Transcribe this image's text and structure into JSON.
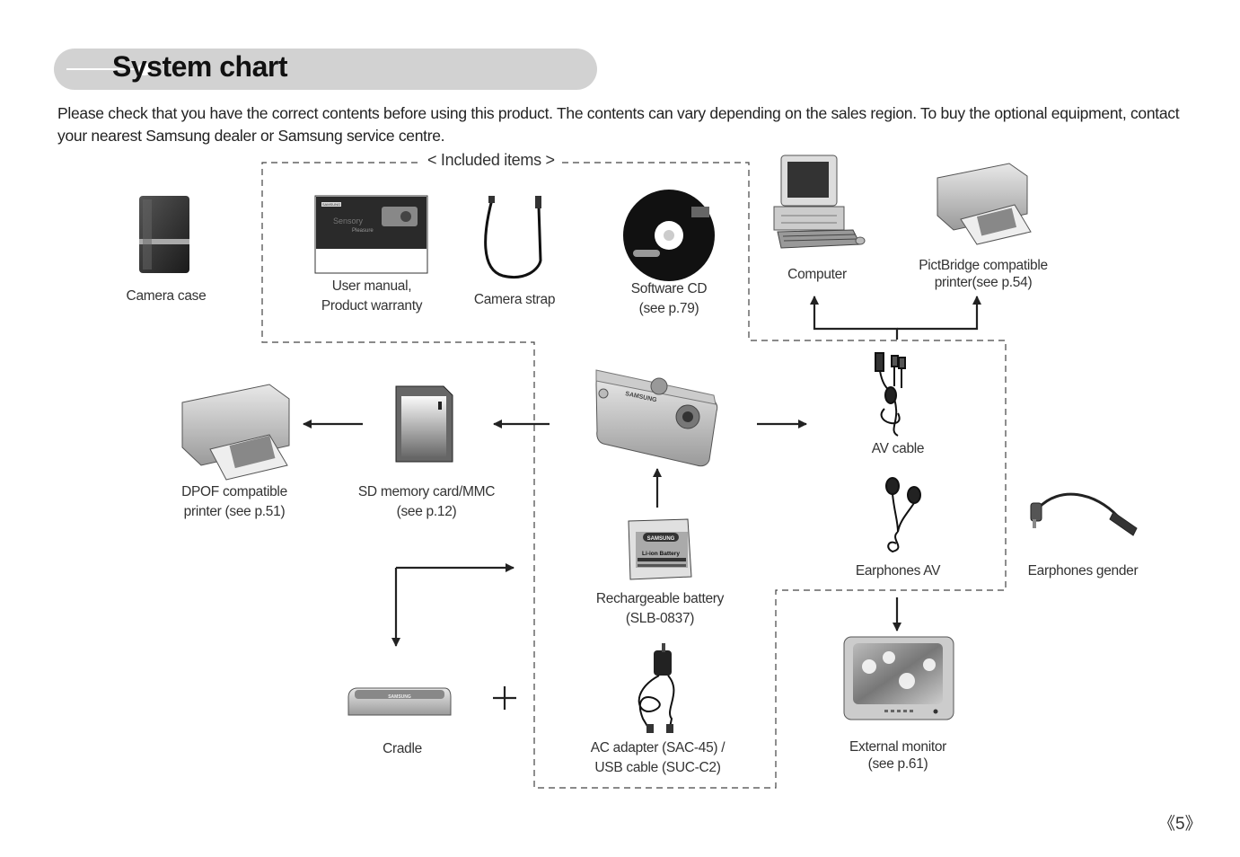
{
  "header": {
    "title": "System chart"
  },
  "intro": "Please check that you have the correct contents before using this product. The contents can vary depending on the sales region. To buy the optional equipment, contact your nearest Samsung dealer or Samsung service centre.",
  "included_title": "< Included items >",
  "items": {
    "camera_case": {
      "line1": "Camera case"
    },
    "user_manual": {
      "line1": "User manual,",
      "line2": "Product warranty"
    },
    "camera_strap": {
      "line1": "Camera strap"
    },
    "software_cd": {
      "line1": "Software CD",
      "line2": "(see p.79)"
    },
    "computer": {
      "line1": "Computer"
    },
    "pictbridge_printer": {
      "line1": "PictBridge compatible",
      "line2": "printer(see p.54)"
    },
    "dpof_printer": {
      "line1": "DPOF compatible",
      "line2": "printer (see p.51)"
    },
    "sd_card": {
      "line1": "SD memory card/MMC",
      "line2": "(see p.12)"
    },
    "av_cable": {
      "line1": "AV cable"
    },
    "battery": {
      "line1": "Rechargeable battery",
      "line2": "(SLB-0837)"
    },
    "earphones_av": {
      "line1": "Earphones AV"
    },
    "earphones_gender": {
      "line1": "Earphones gender"
    },
    "cradle": {
      "line1": "Cradle"
    },
    "ac_adapter": {
      "line1": "AC adapter (SAC-45) /",
      "line2": "USB cable (SUC-C2)"
    },
    "external_monitor": {
      "line1": "External monitor",
      "line2": "(see p.61)"
    }
  },
  "product_text": {
    "manual_brand": "SAMSUNG",
    "manual_word1": "Sensory",
    "manual_word2": "Pleasure",
    "battery_brand": "SAMSUNG",
    "battery_type": "Li-ion Battery",
    "cradle_brand": "SAMSUNG",
    "camera_brand": "SAMSUNG"
  },
  "page_number": "《5》",
  "colors": {
    "title_bar": "#d2d2d2",
    "arrow": "#222222",
    "dash": "#444444"
  },
  "icons": [
    "camera-case-icon",
    "manual-icon",
    "strap-icon",
    "cd-icon",
    "computer-icon",
    "printer-icon",
    "sd-card-icon",
    "camera-icon",
    "av-cable-icon",
    "battery-icon",
    "earphones-icon",
    "earphones-gender-icon",
    "cradle-icon",
    "ac-adapter-icon",
    "monitor-icon"
  ]
}
